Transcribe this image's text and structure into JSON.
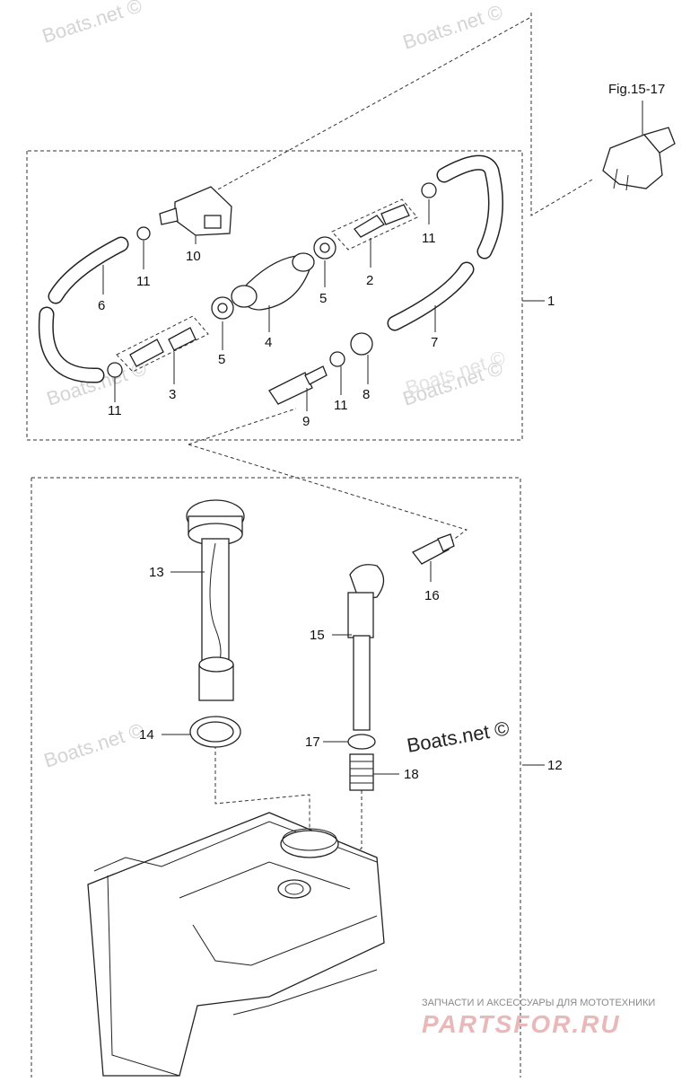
{
  "figure_ref": "Fig.15-17",
  "watermarks": {
    "w1": "Boats.net ©",
    "w2": "Boats.net ©",
    "w3": "Boats.net ©",
    "w4": "Boats.net ©",
    "w5": "Boats.net ©",
    "w6": "Boats.net ©",
    "big": "Boats.net ©"
  },
  "branding": {
    "tagline": "ЗАПЧАСТИ И АКСЕССУАРЫ ДЛЯ МОТОТЕХНИКИ",
    "logo": "PARTSFOR.RU"
  },
  "callouts": {
    "c1": "1",
    "c2": "2",
    "c3": "3",
    "c4": "4",
    "c5a": "5",
    "c5b": "5",
    "c6": "6",
    "c7": "7",
    "c8": "8",
    "c9": "9",
    "c10": "10",
    "c11a": "11",
    "c11b": "11",
    "c11c": "11",
    "c11d": "11",
    "c12": "12",
    "c13": "13",
    "c14": "14",
    "c15": "15",
    "c16": "16",
    "c17": "17",
    "c18": "18"
  }
}
